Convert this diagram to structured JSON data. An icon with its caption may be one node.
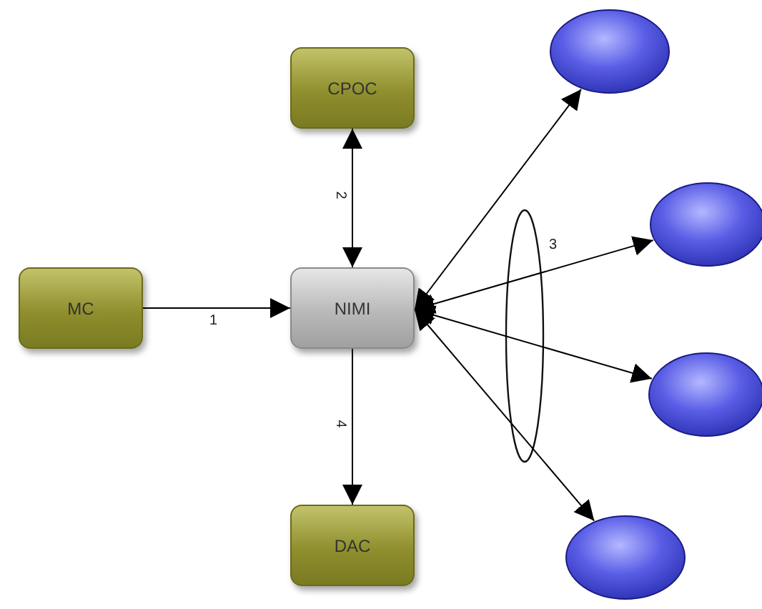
{
  "diagram": {
    "nodes": [
      {
        "text": [
          "CPOC"
        ]
      },
      {
        "text": [
          "MC"
        ]
      },
      {
        "text": [
          "NIMI"
        ]
      },
      {
        "text": [
          "DAC"
        ]
      },
      {
        "text": [],
        "shape": "ellipse"
      },
      {
        "text": [],
        "shape": "ellipse"
      },
      {
        "text": [],
        "shape": "ellipse"
      },
      {
        "text": [],
        "shape": "ellipse"
      }
    ],
    "edges": [
      {
        "from": 1,
        "to": 2,
        "arrow": "to",
        "label": "1"
      },
      {
        "from": 0,
        "to": 2,
        "arrow": "both",
        "label": "2"
      },
      {
        "from": 2,
        "to": 3,
        "arrow": "to",
        "label": "4"
      },
      {
        "from": 2,
        "to": 4,
        "arrow": "both"
      },
      {
        "from": 2,
        "to": 5,
        "arrow": "both"
      },
      {
        "from": 2,
        "to": 6,
        "arrow": "both"
      },
      {
        "from": 2,
        "to": 7,
        "arrow": "both"
      }
    ],
    "labels": [
      "3"
    ]
  }
}
